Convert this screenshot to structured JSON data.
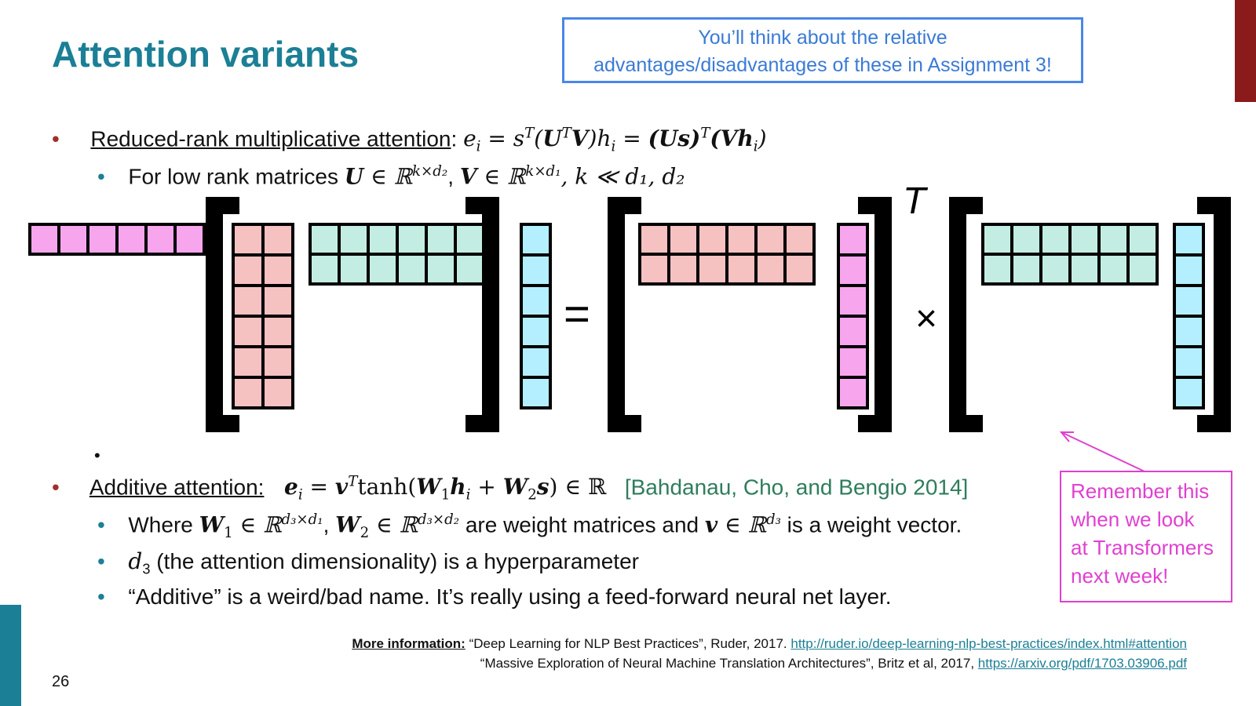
{
  "slide": {
    "title": "Attention variants",
    "callout_top": [
      "You’ll think about the relative",
      "advantages/disadvantages of these in Assignment 3!"
    ],
    "bullet1": {
      "label": "Reduced-rank multiplicative attention",
      "colon": ":",
      "eq": {
        "e": "e",
        "i": "i",
        "eqsign": " = ",
        "s": "s",
        "T": "T",
        "lp": "(",
        "U": "U",
        "V": "V",
        "rp": ")",
        "h": "h",
        "Us": "(Us)",
        "Vh": "(Vh"
      },
      "sub": {
        "text1": "For low rank matrices ",
        "U": "U",
        "in1": " ∈ ℝ",
        "sup1": "k×d₂",
        "comma": ", ",
        "V": "V",
        "in2": " ∈ ℝ",
        "sup2": "k×d₁",
        "tail": ", k ≪ d₁, d₂"
      }
    },
    "diagram": {
      "equals": "=",
      "times": "×",
      "transpose": "T",
      "colors": {
        "pink": "#f7a6ee",
        "salmon": "#f6c1c1",
        "mint": "#c3ede3",
        "cyan": "#b3efff",
        "bracket": "#000000"
      }
    },
    "empty_bullet": "•",
    "bullet2": {
      "label": "Additive attention:",
      "eq": "e",
      "eq_i": "i",
      "eq_rest1": " = ",
      "v": "v",
      "T": "T",
      "tanh": "tanh(",
      "W1": "W",
      "one": "1",
      "h": "h",
      "plus": " + ",
      "W2": "W",
      "two": "2",
      "s": "s",
      "close": ") ∈ ℝ",
      "cite": "[Bahdanau, Cho, and Bengio 2014]",
      "subs": {
        "where_a": "Where ",
        "W1": "W",
        "w1sub": "1",
        "in1": " ∈ ℝ",
        "sup1": "d₃×d₁",
        "comma": ", ",
        "W2": "W",
        "w2sub": "2",
        "in2": " ∈ ℝ",
        "sup2": "d₃×d₂",
        "mid": " are weight matrices and ",
        "v": "v",
        "in3": " ∈ ℝ",
        "sup3": "d₃",
        "end": " is a weight vector.",
        "d3": "d",
        "d3sub": "3",
        "d3text": " (the attention dimensionality) is a hyperparameter",
        "additive": "“Additive” is a weird/bad name. It’s really using a feed-forward neural net layer."
      }
    },
    "callout_right": [
      "Remember this",
      "when we look",
      "at Transformers",
      "next week!"
    ],
    "refs": {
      "label": "More information:",
      "ref1_text": " “Deep Learning for NLP Best Practices”, Ruder, 2017. ",
      "ref1_link": "http://ruder.io/deep-learning-nlp-best-practices/index.html#attention",
      "ref2_text": "“Massive Exploration of Neural Machine Translation Architectures”, Britz et al, 2017, ",
      "ref2_link": "https://arxiv.org/pdf/1703.03906.pdf"
    },
    "page_number": "26",
    "colors": {
      "title": "#1b7f96",
      "accent_red": "#8b1a1a",
      "link": "#1b7f96",
      "callout_blue": "#4a86e8",
      "callout_pink": "#e040d0",
      "cite": "#2e7d5b"
    }
  }
}
